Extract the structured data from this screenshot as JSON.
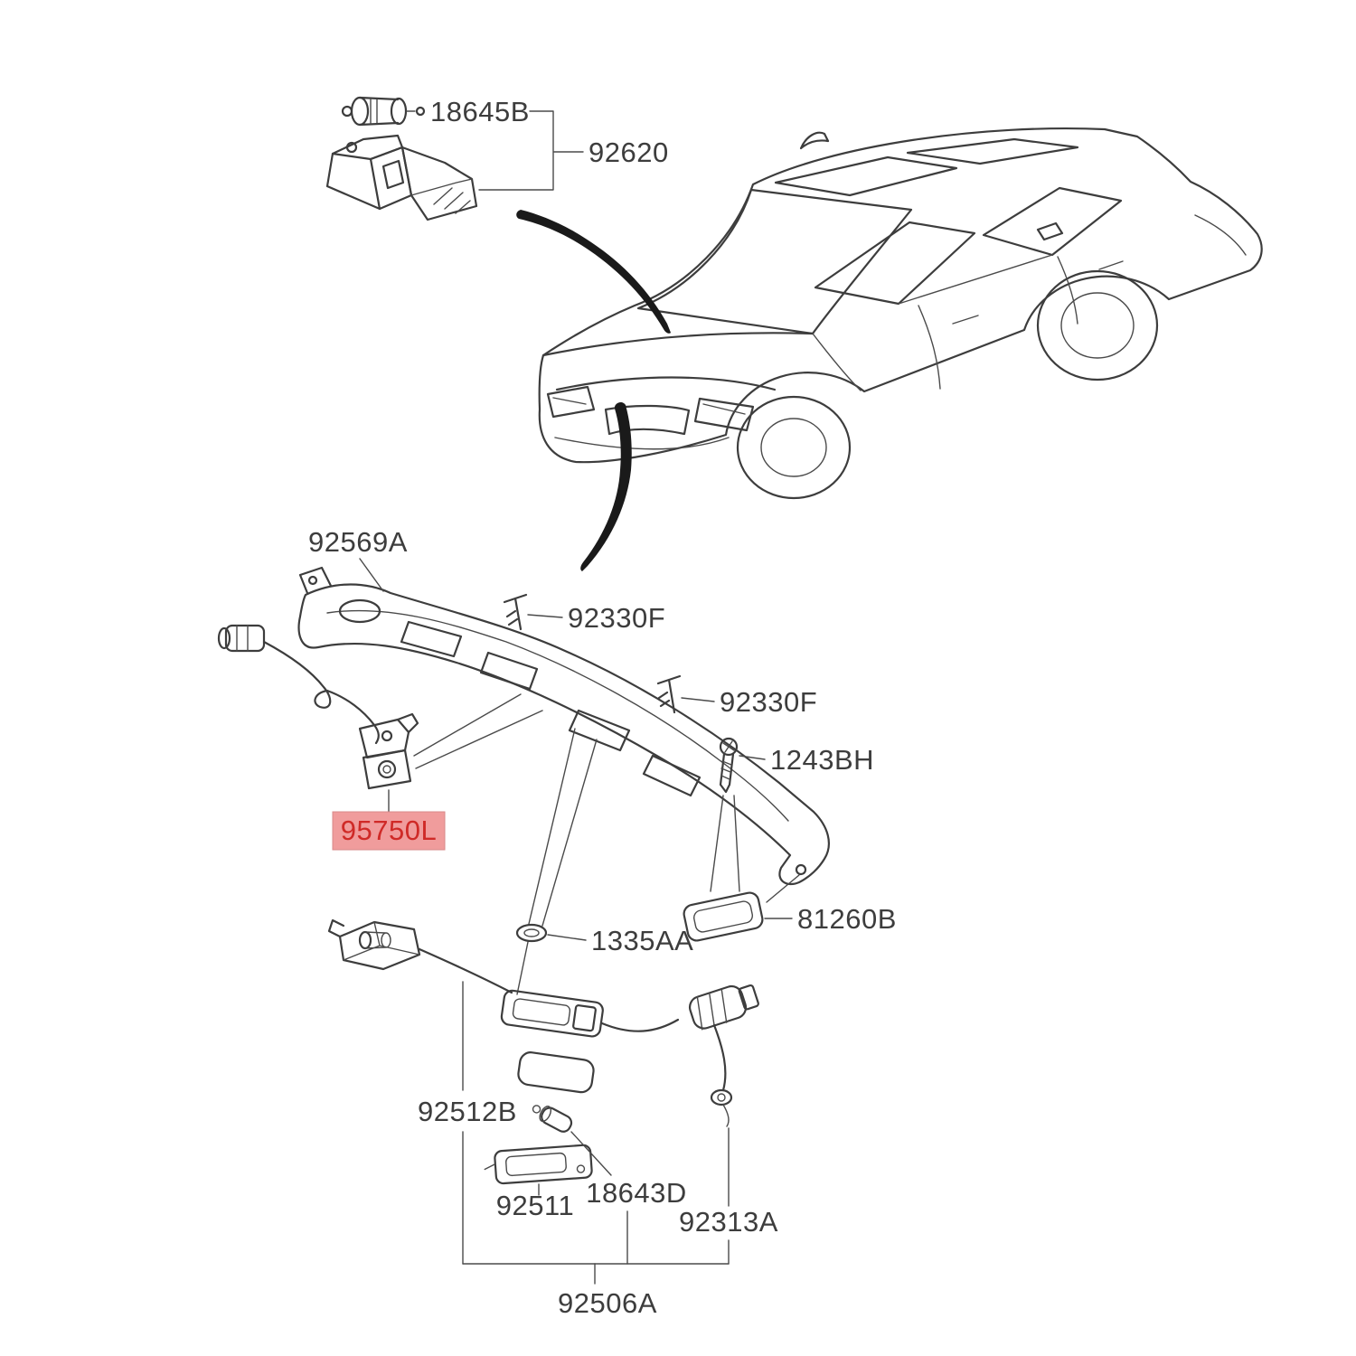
{
  "diagram": {
    "kind": "exploded-parts-diagram",
    "subject": "vehicle rear garnish, back-up camera and license lamp assembly",
    "background_color": "#FFFFFF",
    "line_color": "#3D3D3D",
    "label_color": "#3D3D3D",
    "arrow_color": "#1A1A1A",
    "highlight": {
      "bg": "#F09C9C",
      "text_color": "#CF2A27"
    },
    "parts": [
      {
        "id": "18645B",
        "label": "18645B",
        "highlighted": false
      },
      {
        "id": "92620",
        "label": "92620",
        "highlighted": false
      },
      {
        "id": "92569A",
        "label": "92569A",
        "highlighted": false
      },
      {
        "id": "92330F-1",
        "label": "92330F",
        "highlighted": false
      },
      {
        "id": "92330F-2",
        "label": "92330F",
        "highlighted": false
      },
      {
        "id": "1243BH",
        "label": "1243BH",
        "highlighted": false
      },
      {
        "id": "95750L",
        "label": "95750L",
        "highlighted": true
      },
      {
        "id": "81260B",
        "label": "81260B",
        "highlighted": false
      },
      {
        "id": "1335AA",
        "label": "1335AA",
        "highlighted": false
      },
      {
        "id": "92512B",
        "label": "92512B",
        "highlighted": false
      },
      {
        "id": "92511",
        "label": "92511",
        "highlighted": false
      },
      {
        "id": "18643D",
        "label": "18643D",
        "highlighted": false
      },
      {
        "id": "92313A",
        "label": "92313A",
        "highlighted": false
      },
      {
        "id": "92506A",
        "label": "92506A",
        "highlighted": false
      }
    ]
  }
}
